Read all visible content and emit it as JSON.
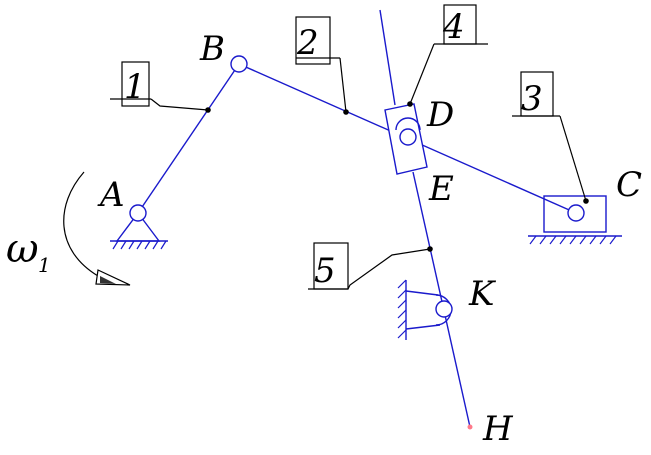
{
  "labels": {
    "A": "A",
    "B": "B",
    "C": "C",
    "D": "D",
    "E": "E",
    "K": "K",
    "H": "H",
    "omega_symbol": "ω",
    "omega_sub": "1",
    "link1": "1",
    "link2": "2",
    "link3": "3",
    "link4": "4",
    "link5": "5"
  },
  "colors": {
    "mechanism": "#1a1acc",
    "ink": "#000000",
    "endpoint_H": "#ff7a8a"
  }
}
